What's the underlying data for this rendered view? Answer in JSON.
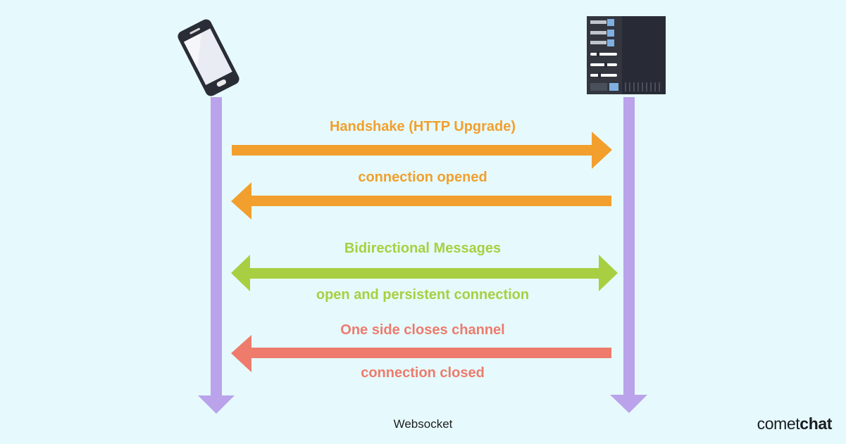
{
  "colors": {
    "background": "#e6fafd",
    "lifeline": "#baa3ea",
    "handshake": "#f29f2d",
    "bidirectional": "#a8cf41",
    "close": "#ee7b6c",
    "device_dark": "#2a2d35",
    "server_dark": "#282b35",
    "server_blue": "#7fb0e1"
  },
  "icons": {
    "client": "smartphone-icon",
    "server": "server-rack-icon"
  },
  "messages": {
    "handshake": "Handshake (HTTP Upgrade)",
    "connection_opened": "connection opened",
    "bidirectional": "Bidirectional Messages",
    "persistent": "open and persistent connection",
    "close": "One side closes channel",
    "connection_closed": "connection closed"
  },
  "caption": "Websocket",
  "brand": {
    "part1": "comet",
    "part2": "chat"
  }
}
